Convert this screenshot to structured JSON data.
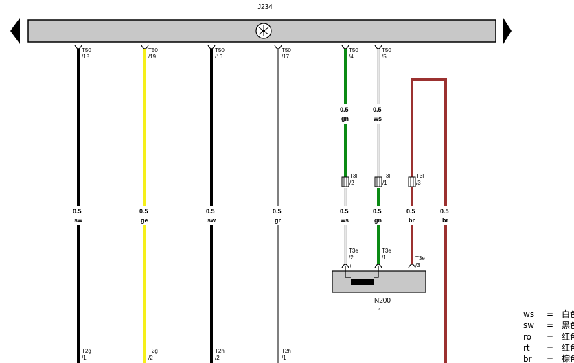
{
  "component_top": {
    "name": "J234"
  },
  "component_bottom": {
    "name": "N200",
    "note": "*"
  },
  "wires": [
    {
      "id": "w1",
      "gauge": "0.5",
      "color_code": "sw",
      "color": "#000000",
      "top_pin": [
        "T50",
        "/18"
      ],
      "bottom_pin": [
        "T2g",
        "/1"
      ]
    },
    {
      "id": "w2",
      "gauge": "0.5",
      "color_code": "ge",
      "color": "#f5ef1a",
      "top_pin": [
        "T50",
        "/19"
      ],
      "bottom_pin": [
        "T2g",
        "/2"
      ]
    },
    {
      "id": "w3",
      "gauge": "0.5",
      "color_code": "sw",
      "color": "#000000",
      "top_pin": [
        "T50",
        "/16"
      ],
      "bottom_pin": [
        "T2h",
        "/2"
      ]
    },
    {
      "id": "w4",
      "gauge": "0.5",
      "color_code": "gr",
      "color": "#7f7f7f",
      "top_pin": [
        "T50",
        "/17"
      ],
      "bottom_pin": [
        "T2h",
        "/1"
      ]
    },
    {
      "id": "w5",
      "gauge_upper": "0.5",
      "code_upper": "gn",
      "gauge_lower": "0.5",
      "code_lower": "ws",
      "color_upper": "#0b8a14",
      "color_lower": "#ffffff",
      "top_pin": [
        "T50",
        "/4"
      ],
      "mid_pin": [
        "T3l",
        "/2"
      ],
      "bottom_pin": [
        "T3e",
        "/2"
      ],
      "terminal_sign": "+"
    },
    {
      "id": "w6",
      "gauge_upper": "0.5",
      "code_upper": "ws",
      "gauge_lower": "0.5",
      "code_lower": "gn",
      "color_upper": "#ffffff",
      "color_lower": "#0b8a14",
      "top_pin": [
        "T50",
        "/5"
      ],
      "mid_pin": [
        "T3l",
        "/1"
      ],
      "bottom_pin": [
        "T3e",
        "/1"
      ]
    },
    {
      "id": "w7",
      "gauge": "0.5",
      "color_code": "br",
      "color": "#9b3130",
      "mid_pin": [
        "T3l",
        "/3"
      ],
      "bottom_pin": [
        "T3e",
        "/3"
      ]
    },
    {
      "id": "w8",
      "gauge": "0.5",
      "color_code": "br",
      "color": "#9b3130"
    }
  ],
  "legend": [
    {
      "code": "ws",
      "eq": "=",
      "text": "白色"
    },
    {
      "code": "sw",
      "eq": "=",
      "text": "黑色"
    },
    {
      "code": "ro",
      "eq": "=",
      "text": "红色"
    },
    {
      "code": "rt",
      "eq": "=",
      "text": "红色"
    },
    {
      "code": "br",
      "eq": "=",
      "text": "棕色"
    }
  ]
}
